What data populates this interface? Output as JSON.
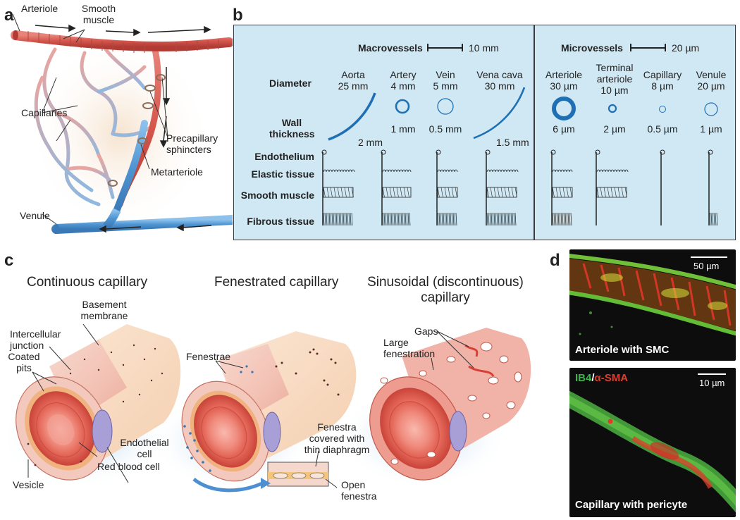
{
  "panel_a": {
    "letter": "a",
    "labels": {
      "arteriole": "Arteriole",
      "smooth_muscle": "Smooth\nmuscle",
      "capillaries": "Capillaries",
      "precapillary_sphincters": "Precapillary\nsphincters",
      "metarteriole": "Metarteriole",
      "venule": "Venule"
    }
  },
  "panel_b": {
    "letter": "b",
    "macro_title": "Macrovessels",
    "macro_scale": "10 mm",
    "micro_title": "Microvessels",
    "micro_scale": "20 µm",
    "row_labels": {
      "diameter": "Diameter",
      "wall_thickness": "Wall\nthickness",
      "endothelium": "Endothelium",
      "elastic": "Elastic tissue",
      "smooth_muscle": "Smooth muscle",
      "fibrous": "Fibrous tissue"
    },
    "vessels": [
      {
        "name": "Aorta",
        "diameter": "25 mm",
        "wall": "2 mm"
      },
      {
        "name": "Artery",
        "diameter": "4 mm",
        "wall": "1 mm"
      },
      {
        "name": "Vein",
        "diameter": "5 mm",
        "wall": "0.5 mm"
      },
      {
        "name": "Vena cava",
        "diameter": "30 mm",
        "wall": "1.5 mm"
      },
      {
        "name": "Arteriole",
        "diameter": "30 µm",
        "wall": "6 µm"
      },
      {
        "name": "Terminal\narteriole",
        "diameter": "10 µm",
        "wall": "2 µm"
      },
      {
        "name": "Capillary",
        "diameter": "8 µm",
        "wall": "0.5 µm"
      },
      {
        "name": "Venule",
        "diameter": "20 µm",
        "wall": "1 µm"
      }
    ]
  },
  "panel_c": {
    "letter": "c",
    "continuous_title": "Continuous capillary",
    "fenestrated_title": "Fenestrated capillary",
    "sinusoidal_title": "Sinusoidal (discontinuous)\ncapillary",
    "labels": {
      "basement_membrane": "Basement\nmembrane",
      "intercellular_junction": "Intercellular\njunction",
      "coated_pits": "Coated\npits",
      "endothelial_cell": "Endothelial\ncell",
      "red_blood_cell": "Red blood cell",
      "vesicle": "Vesicle",
      "fenestrae": "Fenestrae",
      "fenestra_diaphragm": "Fenestra\ncovered with\nthin diaphragm",
      "open_fenestra": "Open\nfenestra",
      "gaps": "Gaps",
      "large_fenestration": "Large\nfenestration"
    }
  },
  "panel_d": {
    "letter": "d",
    "top": {
      "caption": "Arteriole with SMC",
      "scale": "50 µm"
    },
    "bottom": {
      "caption": "Capillary with pericyte",
      "scale": "10 µm",
      "stain_ib4": "IB4",
      "stain_sep": "/",
      "stain_sma": "α-SMA"
    }
  },
  "colors": {
    "panel_b_bg": "#cfe8f3",
    "vessel_blue": "#1f6fb5",
    "arteriole_red": "#d9574f",
    "venule_blue": "#5b9fd8",
    "capillary_pink": "#f1b6b0",
    "ib4_green": "#3bb54a",
    "sma_red": "#e03b2c"
  }
}
